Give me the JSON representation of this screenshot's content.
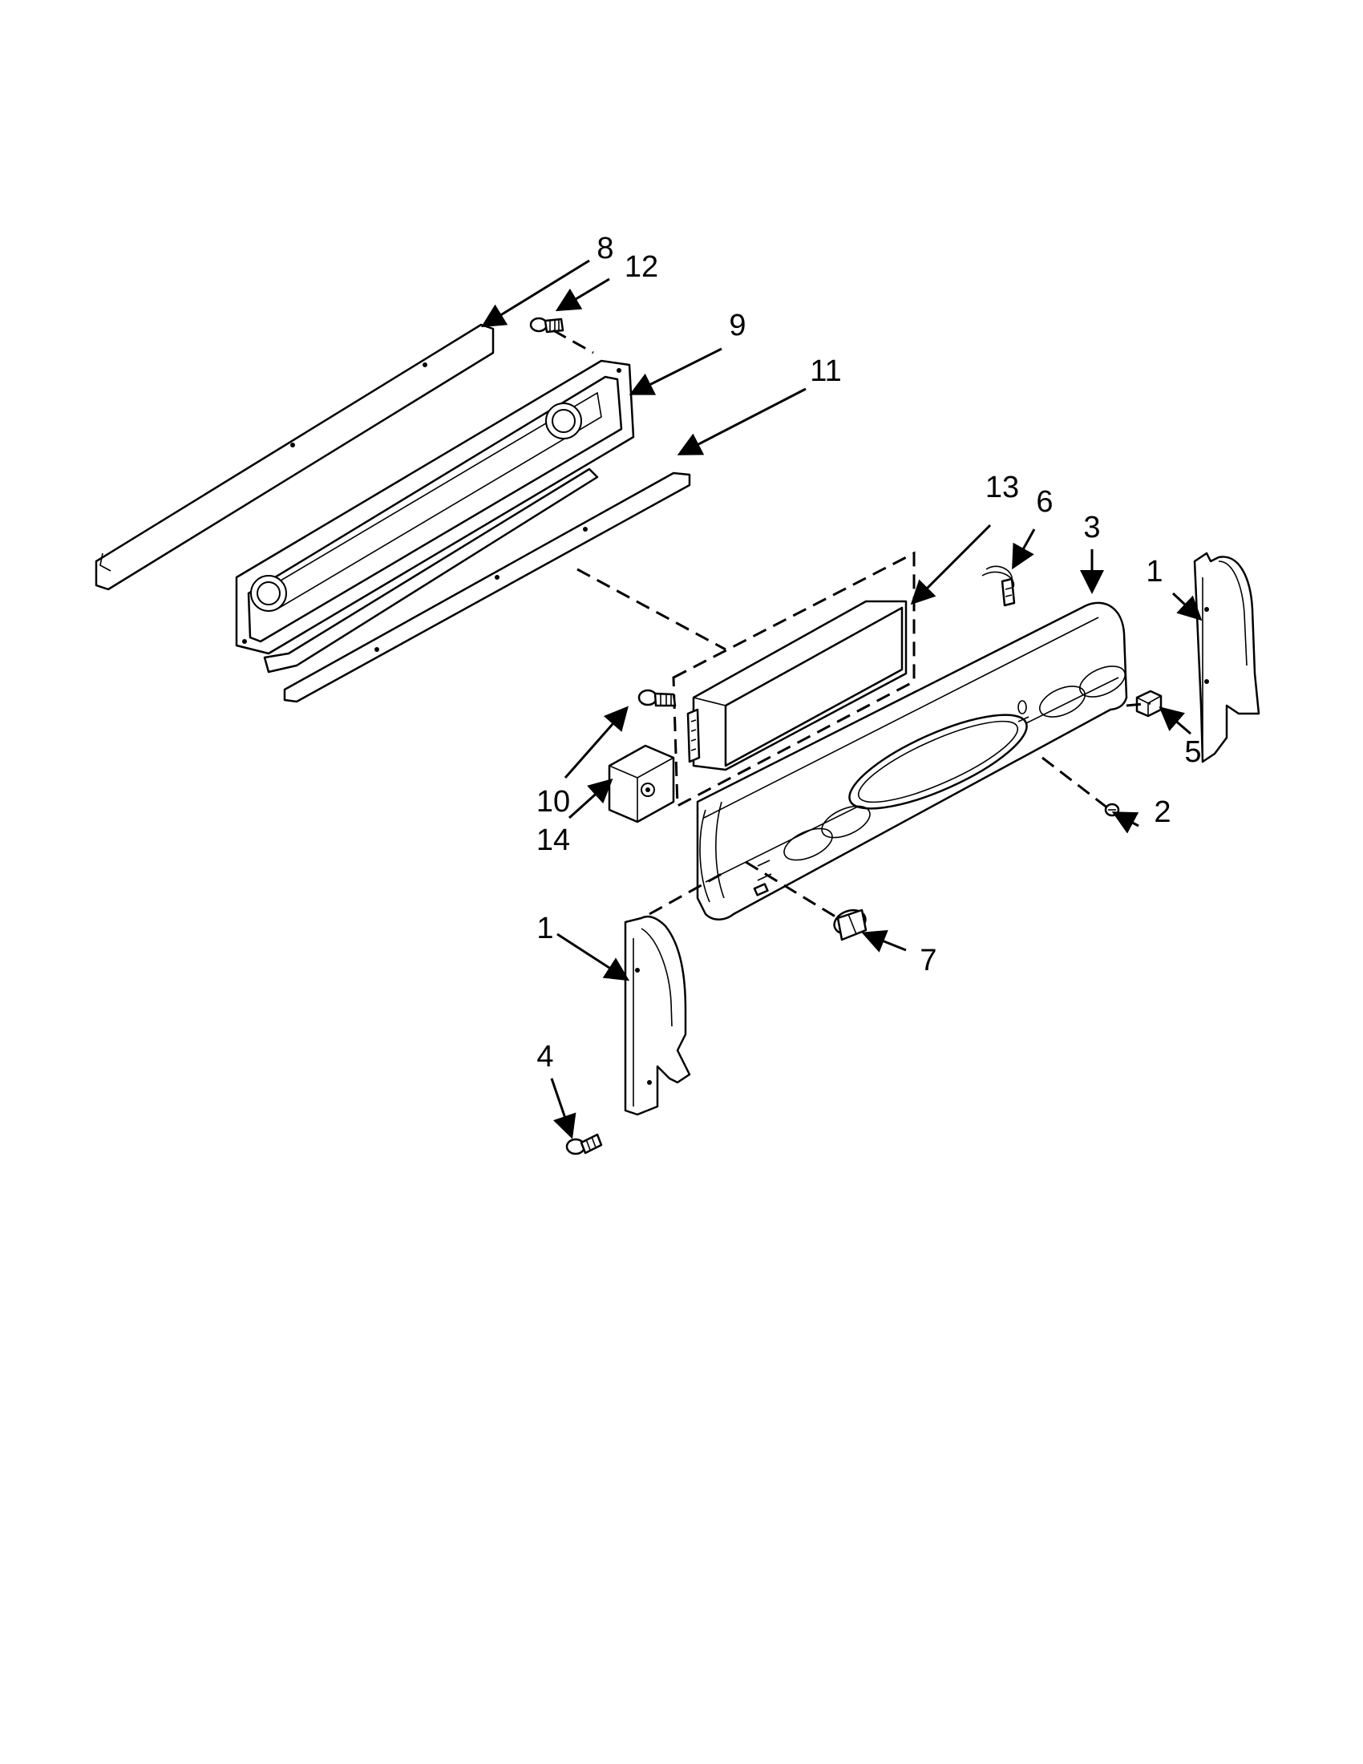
{
  "diagram": {
    "callouts": [
      {
        "id": "8",
        "label": "8"
      },
      {
        "id": "12",
        "label": "12"
      },
      {
        "id": "9",
        "label": "9"
      },
      {
        "id": "11",
        "label": "11"
      },
      {
        "id": "13",
        "label": "13"
      },
      {
        "id": "6",
        "label": "6"
      },
      {
        "id": "3",
        "label": "3"
      },
      {
        "id": "1a",
        "label": "1"
      },
      {
        "id": "10",
        "label": "10"
      },
      {
        "id": "14",
        "label": "14"
      },
      {
        "id": "5",
        "label": "5"
      },
      {
        "id": "2",
        "label": "2"
      },
      {
        "id": "1b",
        "label": "1"
      },
      {
        "id": "7",
        "label": "7"
      },
      {
        "id": "4",
        "label": "4"
      }
    ]
  }
}
